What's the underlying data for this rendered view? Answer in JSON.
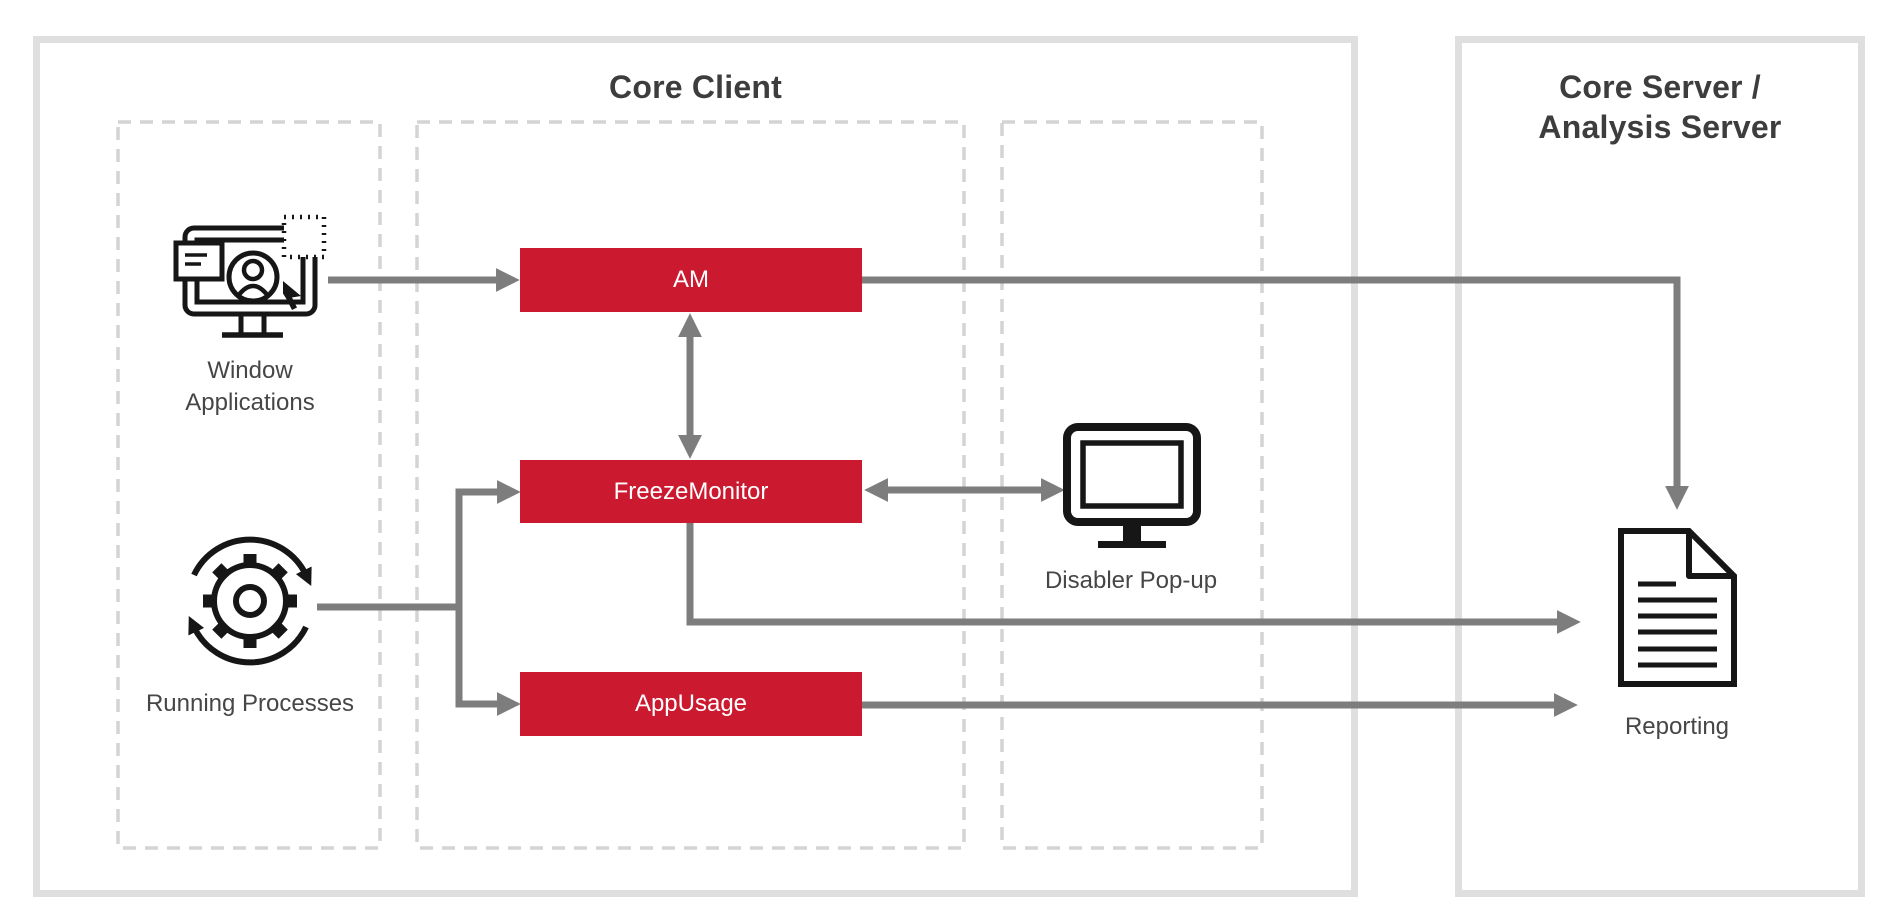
{
  "colors": {
    "node_red": "#cb1a2f",
    "node_text": "#ffffff",
    "arrow_gray": "#7d7d7d",
    "title_text": "#3d3d3d",
    "label_text": "#464646",
    "panel_border": "#dfdfdf",
    "dashed_border": "#d4d4d4",
    "icon_black": "#161616"
  },
  "panels": {
    "core_client": {
      "title": "Core Client"
    },
    "core_server": {
      "title": "Core Server /\nAnalysis Server"
    }
  },
  "nodes": {
    "am": "AM",
    "freeze_monitor": "FreezeMonitor",
    "app_usage": "AppUsage"
  },
  "labels": {
    "window_applications": "Window Applications",
    "running_processes": "Running Processes",
    "disabler_popup": "Disabler Pop-up",
    "reporting": "Reporting"
  }
}
